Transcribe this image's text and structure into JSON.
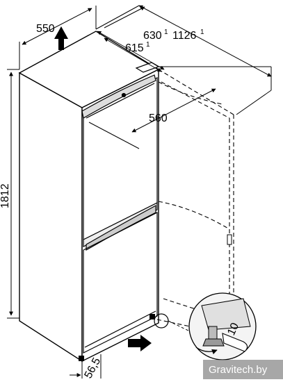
{
  "dimensions": {
    "depth_top": "550",
    "depth_630": "630",
    "depth_615": "615",
    "depth_1126": "1126",
    "opening_depth": "560",
    "height": "1812",
    "bottom_offset": "56,5",
    "footnote_mark": "1"
  },
  "detail": {
    "wrench_size": "10"
  },
  "watermark": {
    "text": "Gravitech.by"
  },
  "colors": {
    "line": "#000000",
    "body_fill": "#ffffff",
    "shadow_fill": "#e8e8e8",
    "watermark_bg": "#8a8a8a"
  }
}
